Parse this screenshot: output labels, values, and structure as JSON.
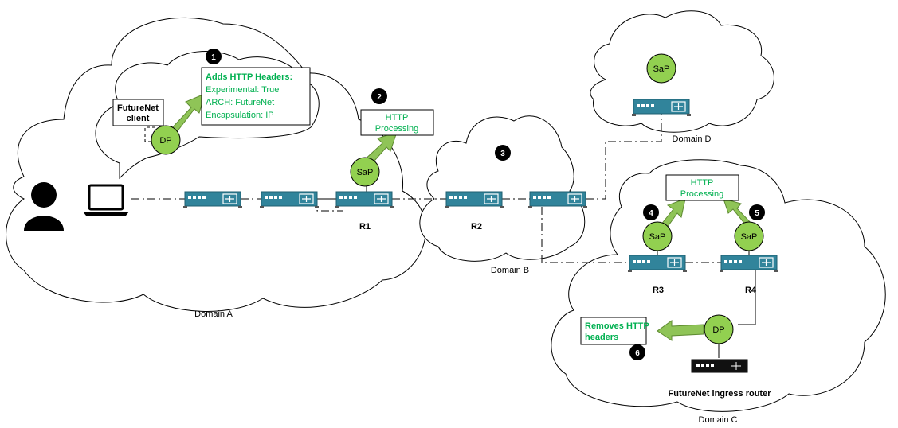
{
  "domains": {
    "a": "Domain A",
    "b": "Domain B",
    "c": "Domain C",
    "d": "Domain D"
  },
  "routers": {
    "r1": "R1",
    "r2": "R2",
    "r3": "R3",
    "r4": "R4"
  },
  "ingress_router_label": "FutureNet ingress router",
  "client": {
    "line1": "FutureNet",
    "line2": "client"
  },
  "nodes": {
    "dp": "DP",
    "sap": "SaP"
  },
  "adds_box": {
    "title": "Adds HTTP Headers:",
    "lines": [
      "Experimental: True",
      "ARCH: FutureNet",
      "Encapsulation: IP"
    ]
  },
  "http_processing": {
    "line1": "HTTP",
    "line2": "Processing"
  },
  "removes_box": {
    "line1": "Removes HTTP",
    "line2": "headers"
  },
  "steps": [
    "1",
    "2",
    "3",
    "4",
    "5",
    "6"
  ],
  "colors": {
    "node_green": "#92d050",
    "arrow_green": "#8fc457",
    "text_green": "#00b050",
    "router_teal": "#31849b",
    "black": "#000000"
  }
}
